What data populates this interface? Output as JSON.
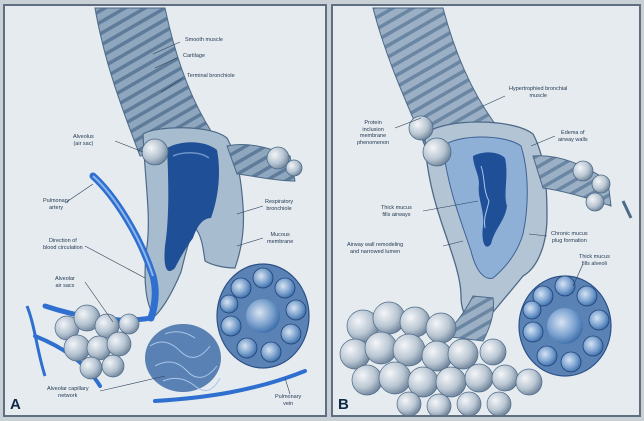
{
  "panel_a": {
    "letter": "A",
    "labels": {
      "smooth_muscle": "Smooth muscle",
      "cartilage": "Cartilage",
      "terminal_bronchiole": "Terminal bronchiole",
      "alveolus": "Alveolus\n(air sac)",
      "pulmonary_artery": "Pulmonary\nartery",
      "direction_blood": "Direction of\nblood circulation",
      "alveolar_air_sacs": "Alveolar\nair sacs",
      "respiratory_bronchiole": "Respiratory\nbronchiole",
      "mucous_membrane": "Mucous\nmembrane",
      "alveolar_capillary": "Alveolar capillary\nnetwork",
      "pulmonary_vein": "Pulmonary\nvein"
    }
  },
  "panel_b": {
    "letter": "B",
    "labels": {
      "hypertrophied_muscle": "Hypertrophied bronchial\nmuscle",
      "protein_inclusion": "Protein\ninclusion\nmembrane\nphenomenon",
      "edema_airway": "Edema of\nairway walls",
      "thick_mucus_airways": "Thick mucus\nfills airways",
      "airway_wall_remodeling": "Airway wall remodeling\nand narrowed lumen",
      "chronic_mucus": "Chronic mucus\nplug formation",
      "thick_mucus_alveoli": "Thick mucus\nfills alveoli"
    }
  },
  "colors": {
    "panel_background": "#e6ebef",
    "border": "#5f6f80",
    "tube": "#8aa3bc",
    "tube_dark": "#4d6a88",
    "artery_blue": "#2e6fcf",
    "alveoli": "#b9c7d4",
    "lumen": "#1f4f96",
    "label": "#1e3550"
  }
}
